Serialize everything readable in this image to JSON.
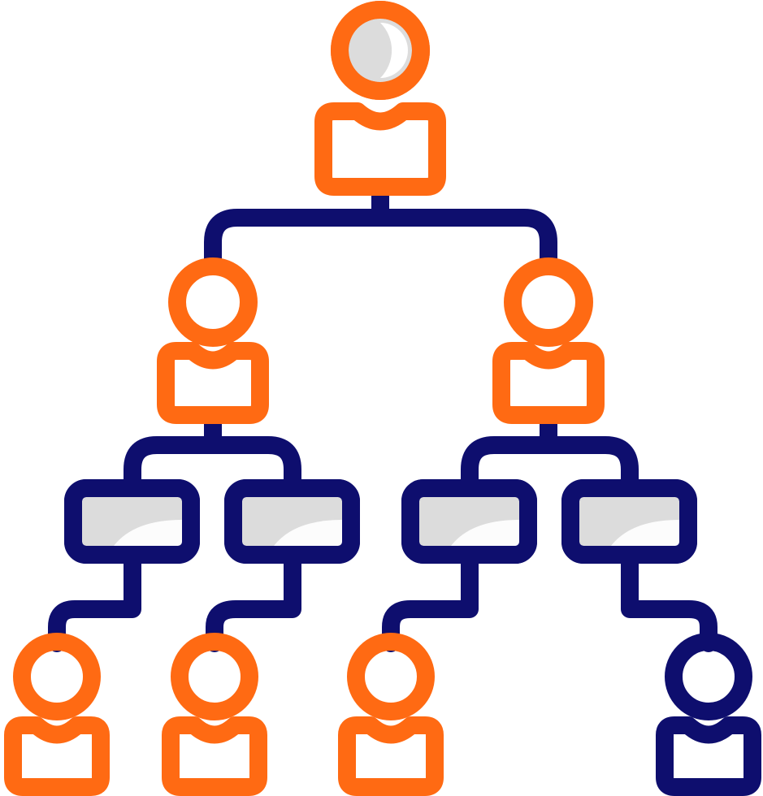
{
  "diagram": {
    "type": "org-chart-icon",
    "colors": {
      "orange": "#FF6A13",
      "navy": "#0E0E6E",
      "gray": "#DCDCDC",
      "background": "#FFFFFF"
    },
    "nodes": {
      "root": {
        "icon": "person-icon",
        "color": "orange"
      },
      "level2": [
        {
          "icon": "person-icon",
          "color": "orange"
        },
        {
          "icon": "person-icon",
          "color": "orange"
        }
      ],
      "level3": [
        {
          "icon": "box-icon",
          "color": "navy"
        },
        {
          "icon": "box-icon",
          "color": "navy"
        },
        {
          "icon": "box-icon",
          "color": "navy"
        },
        {
          "icon": "box-icon",
          "color": "navy"
        }
      ],
      "level4": [
        {
          "icon": "person-icon",
          "color": "orange"
        },
        {
          "icon": "person-icon",
          "color": "orange"
        },
        {
          "icon": "person-icon",
          "color": "orange"
        },
        {
          "icon": "person-icon",
          "color": "navy"
        }
      ]
    }
  }
}
